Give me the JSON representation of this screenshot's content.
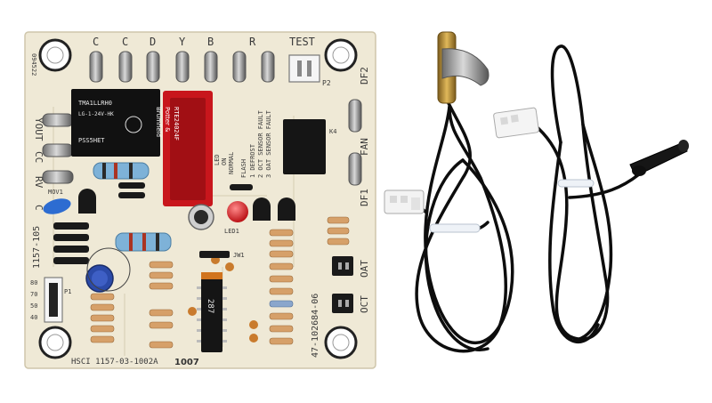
{
  "board": {
    "terminal_labels": [
      "C",
      "C",
      "D",
      "Y",
      "B",
      "R"
    ],
    "test_label": "TEST",
    "left_labels": [
      "YOUT",
      "CC",
      "RV",
      "C"
    ],
    "right_labels": [
      "DF2",
      "FAN",
      "DF1"
    ],
    "header_labels": [
      "OAT",
      "OCT"
    ],
    "part_number_left": "1157-105",
    "part_number_bottom": "HSCI 1157-03-1002A",
    "part_number_right": "47-102684-06",
    "date_code": "1007",
    "chip_marking": "287",
    "mode_labels": [
      "LED",
      "ON",
      "NORMAL",
      "FLASH",
      "1 DEFROST",
      "2 OCT SENSOR FAULT",
      "3 OAT SENSOR FAULT"
    ],
    "temp_scale": [
      "80",
      "70",
      "50",
      "40"
    ],
    "relay_small_text": [
      "RTE24024F",
      "Potter &",
      "Brumfield"
    ],
    "relay_black_text": [
      "TMA1LLRH0",
      "LG-1-24V-HK",
      "PSS5HET"
    ],
    "board_code": "094522"
  },
  "colors": {
    "pcb": "#efe9d6",
    "relay_black": "#111111",
    "relay_red": "#c8161c",
    "led": "#e0141a",
    "capacitor": "#2b4aa8",
    "cable": "#0d0d0d",
    "connector": "#f2f2f2",
    "brass": "#b8913a"
  },
  "components": {
    "left_sensor": "pipe-clamp-temperature-sensor",
    "right_sensor": "bulb-temperature-sensor"
  }
}
